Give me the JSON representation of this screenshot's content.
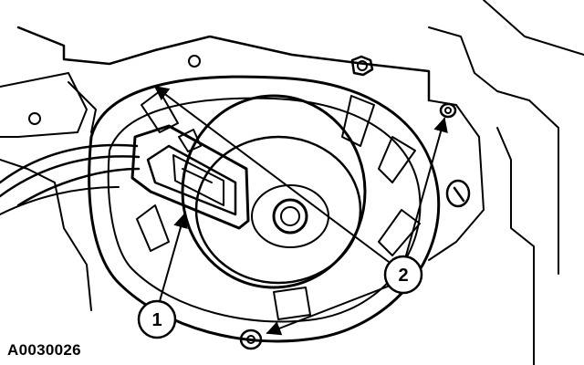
{
  "figure": {
    "id": "A0030026"
  },
  "callouts": [
    {
      "label": "1"
    },
    {
      "label": "2"
    }
  ],
  "colors": {
    "ink": "#000000",
    "paper": "#ffffff"
  }
}
